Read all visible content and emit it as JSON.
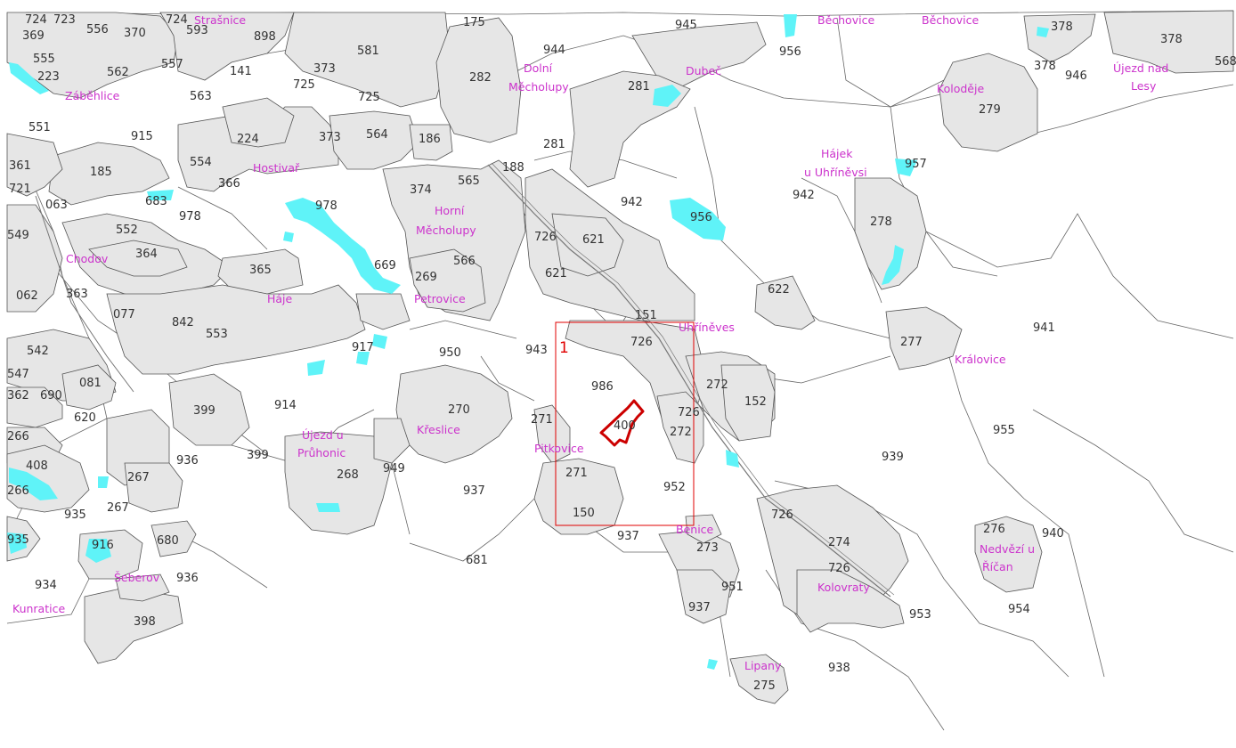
{
  "map": {
    "colors": {
      "background": "#ffffff",
      "built_area": "#e6e6e6",
      "boundary": "#555555",
      "water": "#5ff3f8",
      "place_label": "#cc33cc",
      "number_label": "#333333",
      "highlight": "#e00000"
    },
    "sheet_label": "1",
    "place_labels": {
      "strasnice": "Strašnice",
      "zabehlice": "Záběhlice",
      "hostivar": "Hostivař",
      "chodov": "Chodov",
      "haje": "Háje",
      "horni1": "Horní",
      "horni2": "Měcholupy",
      "dolni1": "Dolní",
      "dolni2": "Měcholupy",
      "petrovice": "Petrovice",
      "dubec": "Dubeč",
      "bechovice1": "Běchovice",
      "bechovice2": "Běchovice",
      "ujezdnad1": "Újezd nad",
      "ujezdnad2": "Lesy",
      "kolodeje": "Koloděje",
      "hajek1": "Hájek",
      "hajek2": "u Uhříněvsi",
      "uhrineves": "Uhříněves",
      "kralovice": "Královice",
      "kreslice": "Křeslice",
      "ujezdu1": "Újezd u",
      "ujezdu2": "Průhonic",
      "pitkovice": "Pitkovice",
      "benice": "Benice",
      "sterboholy": "Šeberov",
      "kunratice": "Kunratice",
      "kolovraty": "Kolovraty",
      "lipany": "Lipany",
      "nedvezi1": "Nedvězí u",
      "nedvezi2": "Říčan"
    },
    "numbers": {
      "n724a": "724",
      "n723": "723",
      "n556": "556",
      "n370": "370",
      "n724b": "724",
      "n593": "593",
      "n898": "898",
      "n175": "175",
      "n945": "945",
      "n378a": "378",
      "n378b": "378",
      "n378c": "378",
      "n568": "568",
      "n946": "946",
      "n369": "369",
      "n555": "555",
      "n557": "557",
      "n141": "141",
      "n581": "581",
      "n944": "944",
      "n956a": "956",
      "n223": "223",
      "n562": "562",
      "n373a": "373",
      "n725a": "725",
      "n725b": "725",
      "n282": "282",
      "n281a": "281",
      "n279": "279",
      "n551": "551",
      "n563": "563",
      "n915": "915",
      "n224": "224",
      "n373b": "373",
      "n564": "564",
      "n186": "186",
      "n281b": "281",
      "n361": "361",
      "n185": "185",
      "n554": "554",
      "n188": "188",
      "n957": "957",
      "n721": "721",
      "n366": "366",
      "n374": "374",
      "n565": "565",
      "n942a": "942",
      "n942b": "942",
      "n063": "063",
      "n683": "683",
      "n978a": "978",
      "n978b": "978",
      "n956b": "956",
      "n278": "278",
      "n549": "549",
      "n552": "552",
      "n726a": "726",
      "n621a": "621",
      "n364": "364",
      "n669": "669",
      "n566": "566",
      "n365": "365",
      "n269": "269",
      "n621b": "621",
      "n622": "622",
      "n062": "062",
      "n363": "363",
      "n077": "077",
      "n842": "842",
      "n553": "553",
      "n151": "151",
      "n941": "941",
      "n542": "542",
      "n917": "917",
      "n950": "950",
      "n943": "943",
      "n726b": "726",
      "n277": "277",
      "n547": "547",
      "n081": "081",
      "n986": "986",
      "n272a": "272",
      "n362": "362",
      "n690": "690",
      "n914": "914",
      "n152": "152",
      "n399a": "399",
      "n270": "270",
      "n271a": "271",
      "n400": "400",
      "n726c": "726",
      "n620": "620",
      "n272b": "272",
      "n955": "955",
      "n266a": "266",
      "n399b": "399",
      "n936a": "936",
      "n939": "939",
      "n408": "408",
      "n268": "268",
      "n949": "949",
      "n267a": "267",
      "n271b": "271",
      "n952": "952",
      "n266b": "266",
      "n937a": "937",
      "n726d": "726",
      "n935a": "935",
      "n267b": "267",
      "n150": "150",
      "n276": "276",
      "n940": "940",
      "n935b": "935",
      "n916": "916",
      "n680": "680",
      "n937b": "937",
      "n273": "273",
      "n274": "274",
      "n681": "681",
      "n726e": "726",
      "n934": "934",
      "n936b": "936",
      "n951": "951",
      "n953": "953",
      "n954": "954",
      "n937c": "937",
      "n398": "398",
      "n938": "938",
      "n275": "275"
    }
  }
}
